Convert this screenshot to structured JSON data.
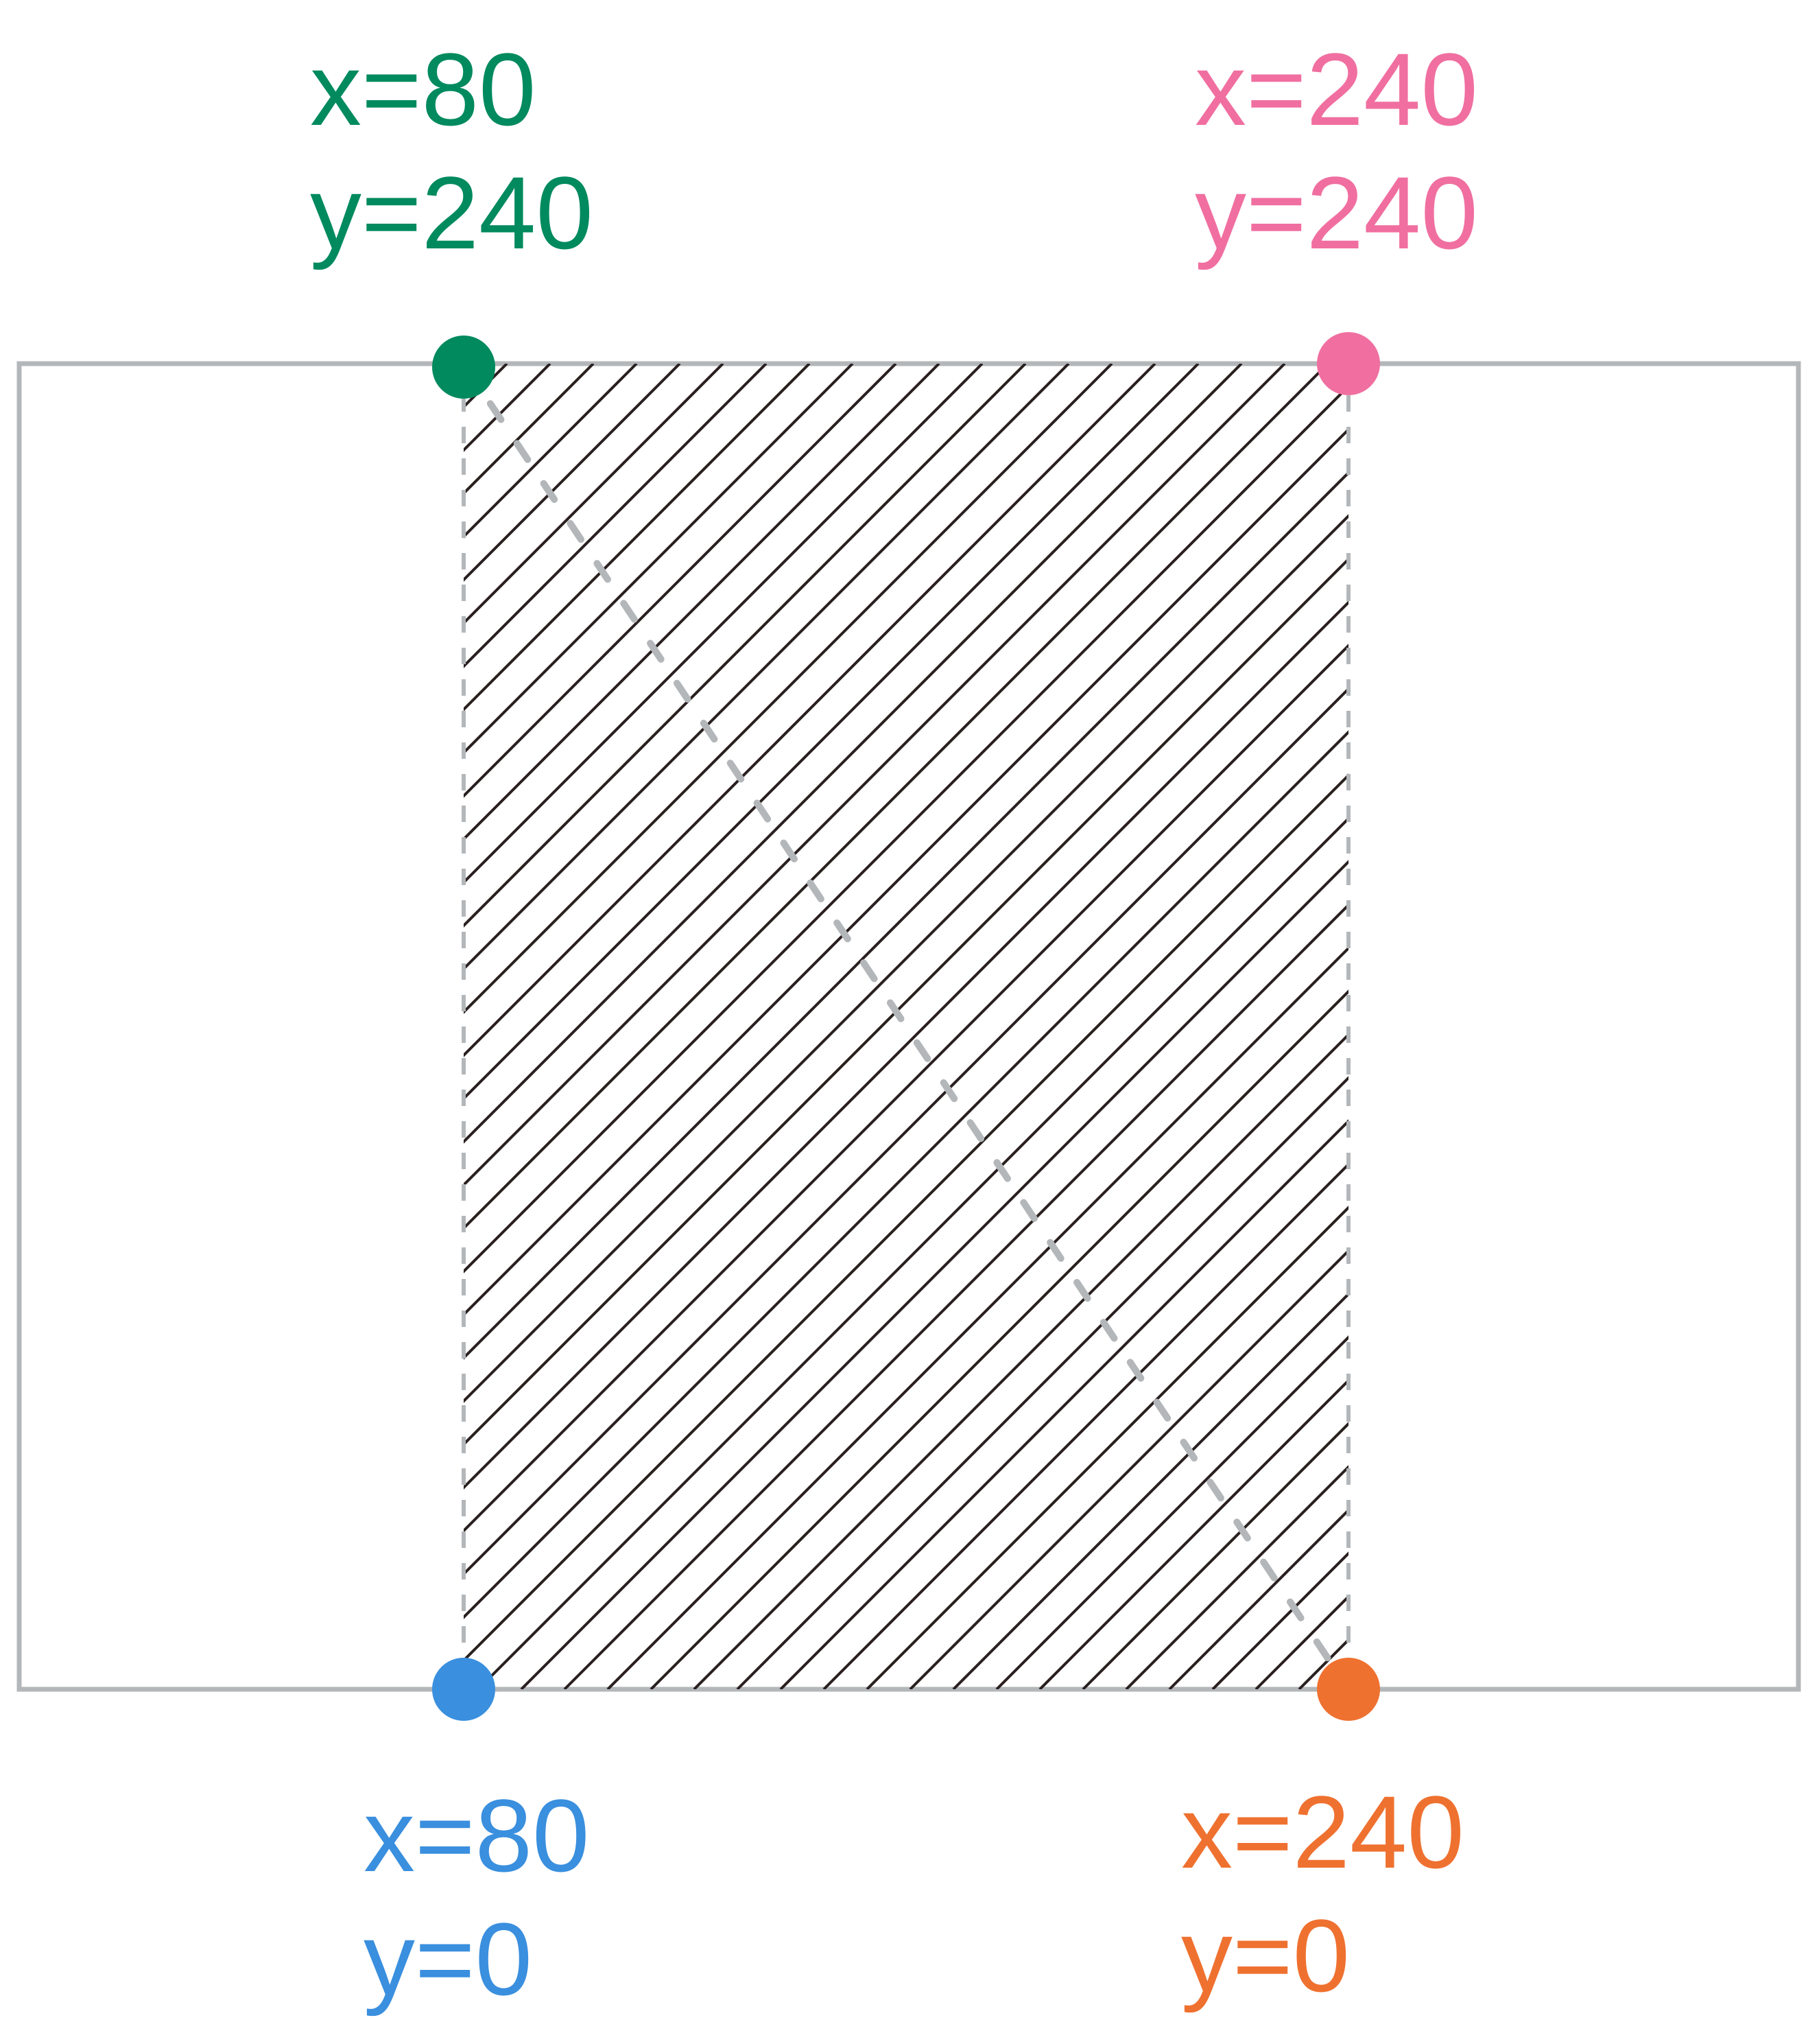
{
  "points": [
    {
      "id": "top-left",
      "x_label": "x=80",
      "y_label": "y=240",
      "color": "#008a5e"
    },
    {
      "id": "top-right",
      "x_label": "x=240",
      "y_label": "y=240",
      "color": "#f06fa0"
    },
    {
      "id": "bottom-left",
      "x_label": "x=80",
      "y_label": "y=0",
      "color": "#3a8fde"
    },
    {
      "id": "bottom-right",
      "x_label": "x=240",
      "y_label": "y=0",
      "color": "#ef7130"
    }
  ],
  "colors": {
    "frame": "#b3b7ba",
    "hatch": "#2a2020",
    "dashed_guides": "#b3b7ba"
  }
}
